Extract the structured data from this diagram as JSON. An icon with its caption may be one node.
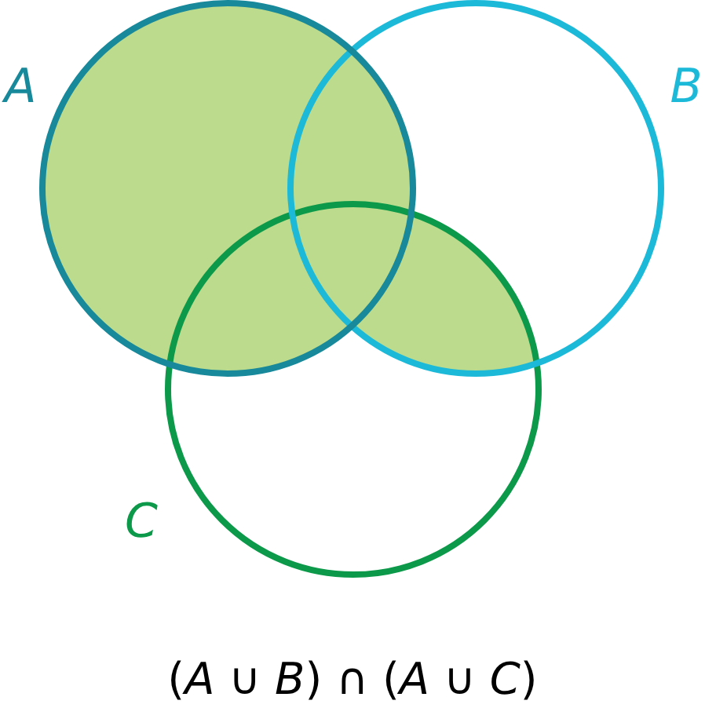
{
  "diagram": {
    "caption": "(*A* ∪ *B*) ∩ (*A* ∪ *C*)",
    "nodes": [
      {
        "text": [
          "A"
        ]
      },
      {
        "text": [
          "B"
        ]
      },
      {
        "text": [
          "C"
        ]
      }
    ]
  }
}
